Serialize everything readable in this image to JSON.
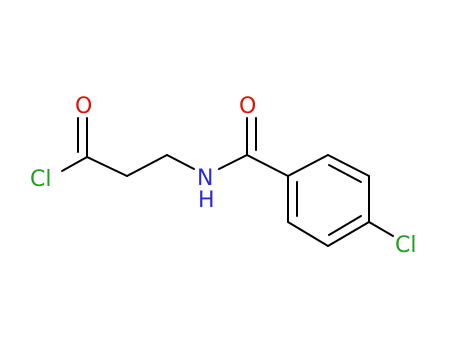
{
  "molecule": {
    "atoms": [
      {
        "id": "cl1",
        "label": "Cl",
        "color": "#1f9e1f"
      },
      {
        "id": "o1",
        "label": "O",
        "color": "#e0110b"
      },
      {
        "id": "o2",
        "label": "O",
        "color": "#e0110b"
      },
      {
        "id": "n1",
        "label": "N",
        "color": "#2a2ad6"
      },
      {
        "id": "h1",
        "label": "H",
        "color": "#2a2ad6"
      },
      {
        "id": "cl2",
        "label": "Cl",
        "color": "#1f9e1f"
      }
    ],
    "bond_color": "#000000"
  }
}
